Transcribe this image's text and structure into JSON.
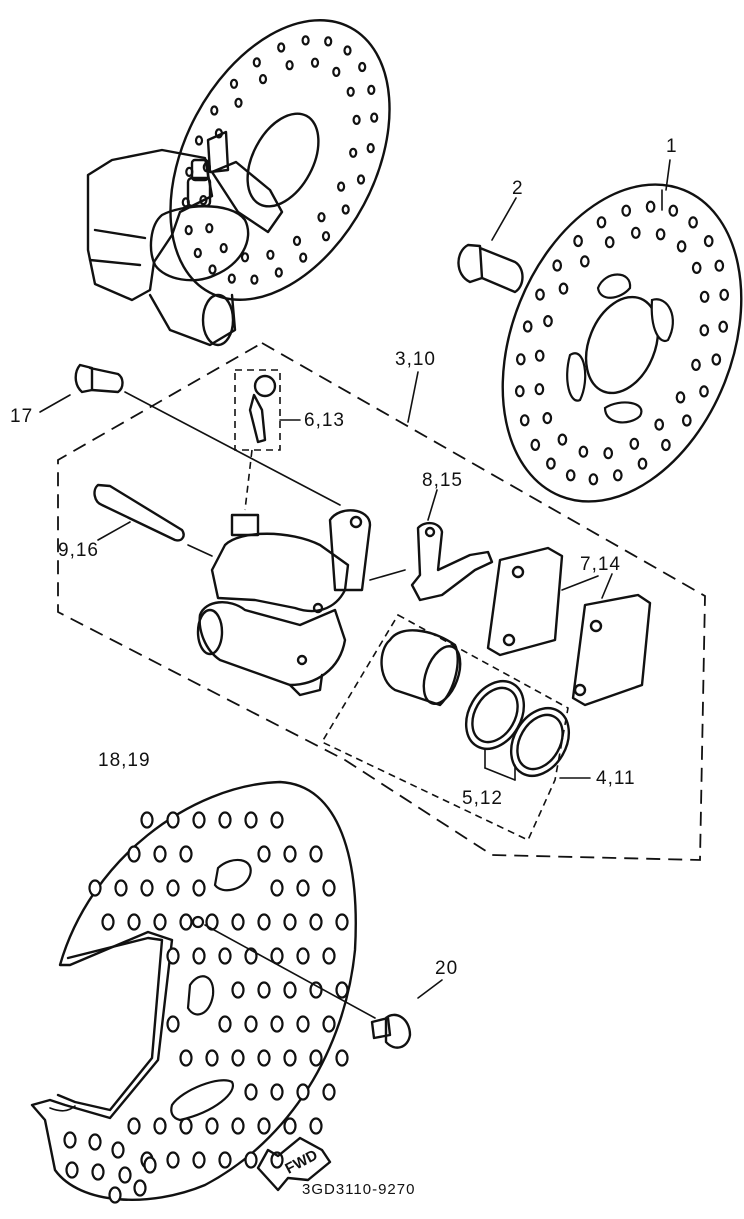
{
  "callouts": {
    "disc": "1",
    "bolt_disc": "2",
    "caliper_assembly": "3,10",
    "piston_seal_kit": "4,11",
    "seal": "5,12",
    "bleed_screw": "6,13",
    "pad_set": "7,14",
    "pad_support": "8,15",
    "pin": "9,16",
    "bolt_caliper": "17",
    "cover": "18,19",
    "screw_cover": "20"
  },
  "fwd_label": "FWD",
  "drawing_code": "3GD3110-9270"
}
